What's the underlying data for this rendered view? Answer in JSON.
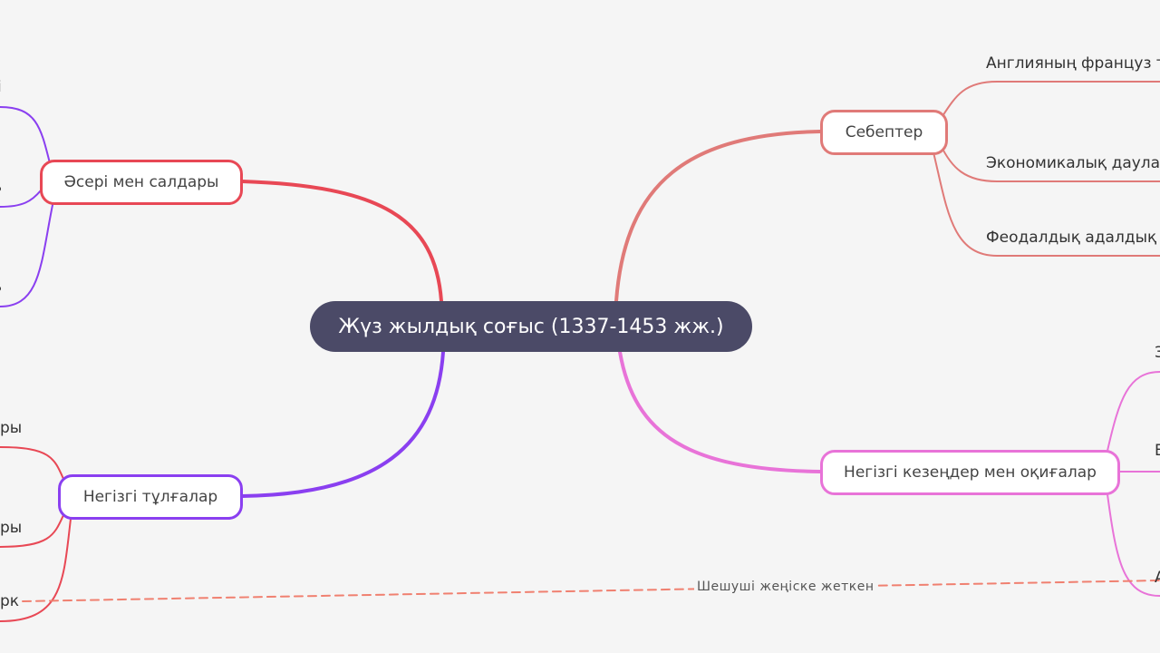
{
  "colors": {
    "background": "#f5f5f5",
    "center": "#4b4a67",
    "effects": "#e84855",
    "figures": "#8a3ff0",
    "causes": "#e07a78",
    "events": "#e873d8",
    "relation": "#f08070"
  },
  "center": {
    "title": "Жүз жылдық соғыс (1337-1453 жж.)"
  },
  "branches": {
    "effects": {
      "label": "Әсері мен салдары",
      "children": [
        "і",
        "ь",
        "ь"
      ]
    },
    "figures": {
      "label": "Негізгі тұлғалар",
      "children": [
        "ры",
        "ры",
        "рк"
      ]
    },
    "causes": {
      "label": "Себептер",
      "children": [
        "Англияның француз т",
        "Экономикалық даулар",
        "Феодалдық адалдық"
      ]
    },
    "events": {
      "label": "Негізгі кезеңдер мен оқиғалар",
      "children": [
        "З",
        "Б",
        "А"
      ]
    }
  },
  "relation": {
    "label": "Шешуші жеңіске жеткен"
  }
}
